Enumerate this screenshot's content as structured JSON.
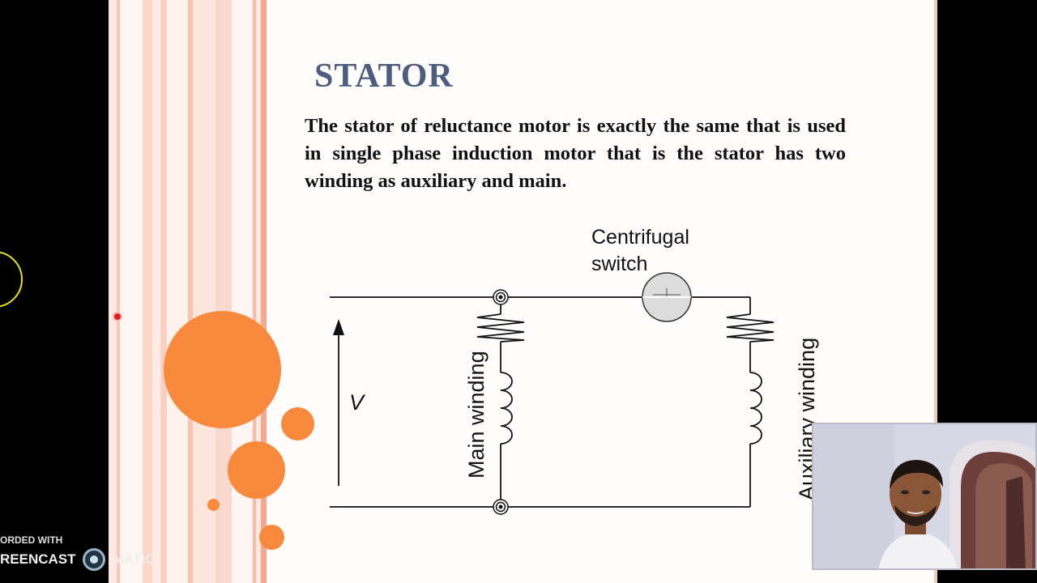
{
  "slide": {
    "title": "STATOR",
    "body": "The stator of reluctance motor is exactly the same that is used in single phase induction motor that is the stator has two winding as auxiliary and main."
  },
  "diagram": {
    "centrifugal_switch_line1": "Centrifugal",
    "centrifugal_switch_line2": "switch",
    "voltage_label": "V",
    "main_winding_label": "Main winding",
    "auxiliary_winding_label": "Auxiliary winding"
  },
  "watermark": {
    "line1": "ORDED WITH",
    "left": "REENCAST",
    "right": "MATIC"
  },
  "colors": {
    "title": "#4d5d80",
    "accent_circles": "#f98a3d",
    "background": "#000000"
  },
  "icons": {
    "laser": "laser-pointer-dot",
    "cursor": "cursor-highlight-ring",
    "logo": "screencast-logo-icon"
  }
}
